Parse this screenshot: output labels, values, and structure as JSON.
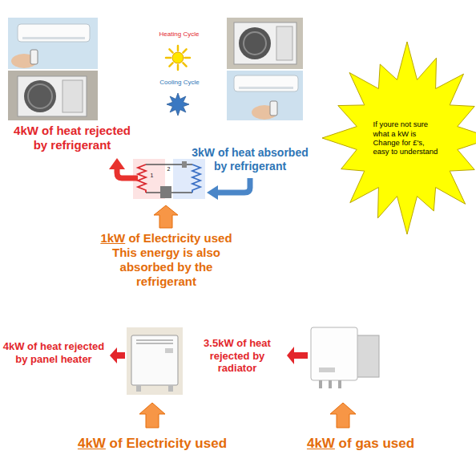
{
  "diagram": {
    "nodes": [
      {
        "text": [
          "If youre not sure what a kW is Change for £'s, easy to understand"
        ]
      }
    ],
    "labels": [
      "Heating Cycle",
      "Cooling Cycle",
      "4kW of heat rejected by refrigerant",
      "3kW of heat absorbed by refrigerant",
      "2",
      "1",
      "1kW of Electricity used This energy is also absorbed by the refrigerant",
      "4kW of heat rejected by panel heater",
      "3.5kW of heat rejected by radiator",
      "4kW of Electricity used",
      "4kW of gas used"
    ]
  }
}
